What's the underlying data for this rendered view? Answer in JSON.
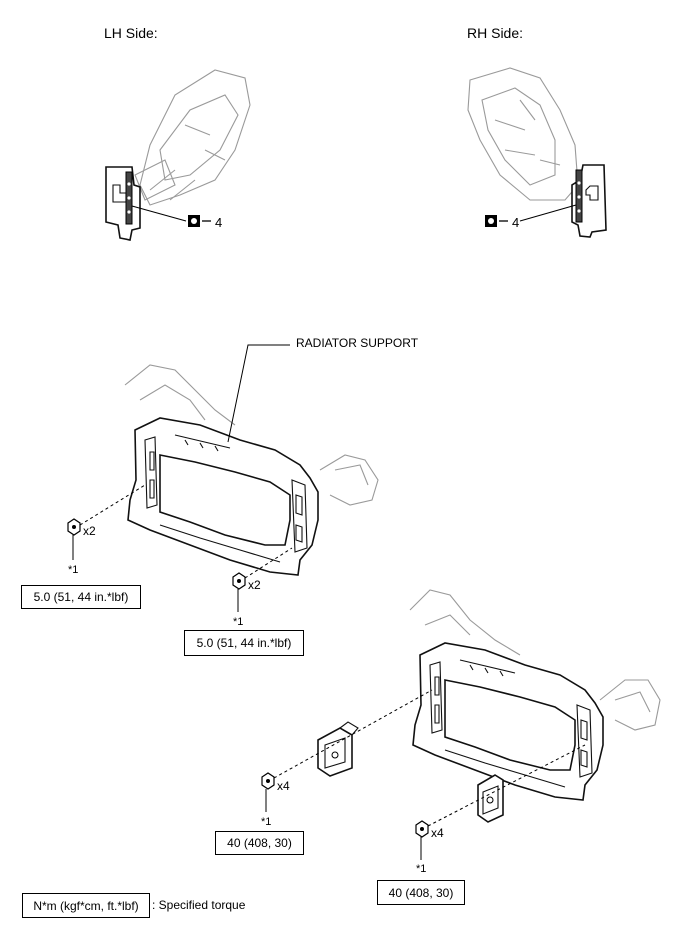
{
  "labels": {
    "lh_side": "LH Side:",
    "rh_side": "RH Side:",
    "lh_part_no": "4",
    "rh_part_no": "4",
    "radiator_support": "RADIATOR SUPPORT"
  },
  "callouts": [
    {
      "qty": "x2",
      "ref": "*1",
      "torque": "5.0 (51, 44 in.*lbf)"
    },
    {
      "qty": "x2",
      "ref": "*1",
      "torque": "5.0 (51, 44 in.*lbf)"
    },
    {
      "qty": "x4",
      "ref": "*1",
      "torque": "40 (408, 30)"
    },
    {
      "qty": "x4",
      "ref": "*1",
      "torque": "40 (408, 30)"
    }
  ],
  "legend": {
    "unit": "N*m (kgf*cm, ft.*lbf)",
    "description": ": Specified torque"
  },
  "icons": {
    "part_marker": "no-reuse-part-icon",
    "bolt": "bolt-icon"
  }
}
